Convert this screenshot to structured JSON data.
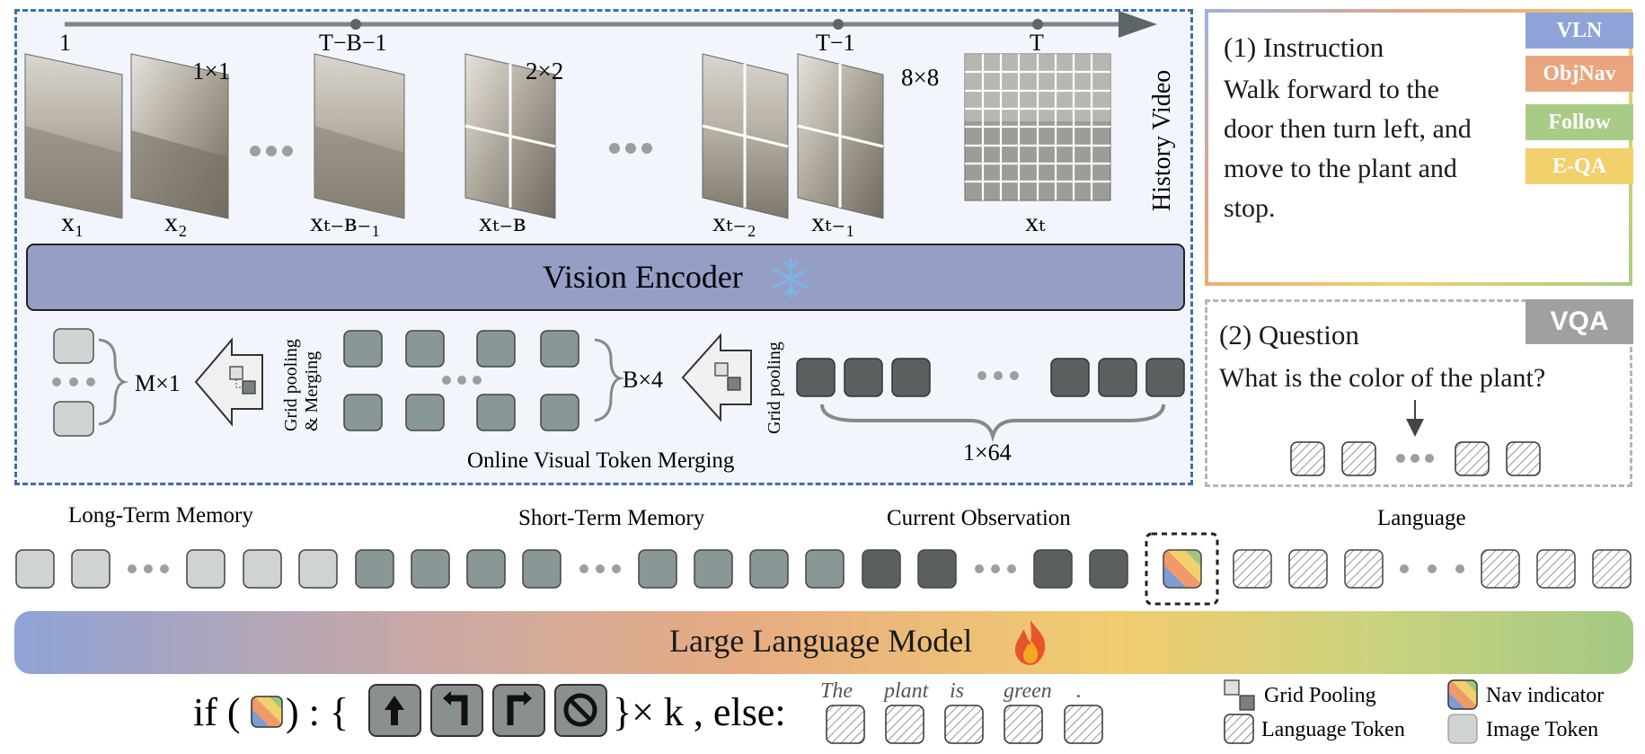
{
  "timeline": {
    "ticks": [
      "1",
      "T−B−1",
      "T−1",
      "T"
    ],
    "side_label": "History Video"
  },
  "frames": {
    "labels": [
      "x₁",
      "x₂",
      "xₜ₋ʙ₋₁",
      "xₜ₋ʙ",
      "xₜ₋₂",
      "xₜ₋₁",
      "xₜ"
    ],
    "grid_labels": [
      "1×1",
      "2×2",
      "8×8"
    ]
  },
  "vision_encoder": {
    "label": "Vision Encoder"
  },
  "merging": {
    "m_label": "M×1",
    "b_label": "B×4",
    "pool_merge_label_1": "Grid pooling",
    "pool_merge_label_2": "& Merging",
    "pool_label": "Grid pooling",
    "count_label": "1×64",
    "title": "Online Visual Token Merging"
  },
  "instruction": {
    "heading": "(1) Instruction",
    "lines": [
      "Walk forward to the",
      "door then turn left, and",
      "move to the plant and",
      "stop."
    ],
    "tags": [
      {
        "label": "VLN",
        "color": "#8ea4d8"
      },
      {
        "label": "ObjNav",
        "color": "#e9a57d"
      },
      {
        "label": "Follow",
        "color": "#a8cc86"
      },
      {
        "label": "E-QA",
        "color": "#f2d06b"
      }
    ]
  },
  "question": {
    "heading": "(2) Question",
    "text": "What is the color of the plant?",
    "tag": "VQA"
  },
  "sequence": {
    "long_term": "Long-Term Memory",
    "short_term": "Short-Term Memory",
    "current": "Current Observation",
    "language": "Language"
  },
  "llm": {
    "label": "Large Language Model"
  },
  "output": {
    "if_text": "if (",
    "colon_text": ") : {",
    "times_text": "}× k , else:",
    "answer_words": [
      "The",
      "plant",
      "is",
      "green",
      "."
    ]
  },
  "legend": {
    "grid_pooling": "Grid Pooling",
    "nav_indicator": "Nav indicator",
    "language_token": "Language Token",
    "image_token": "Image Token"
  },
  "colors": {
    "light_token": "#cfd4d3",
    "mid_token": "#8a9797",
    "dark_token": "#5a6060",
    "vision_encoder": "#959fc6",
    "panel_border": "#3d6eb0"
  }
}
